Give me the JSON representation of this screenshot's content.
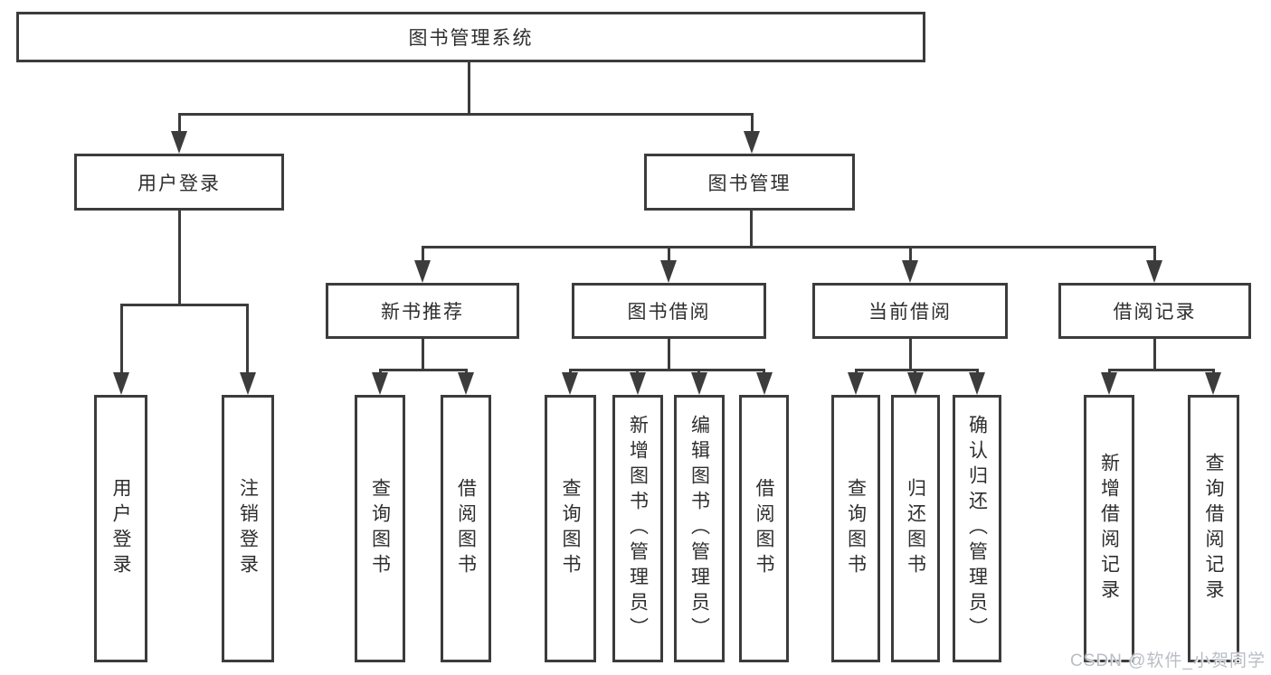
{
  "diagram": {
    "root": {
      "label": "图书管理系统"
    },
    "level2": [
      {
        "label": "用户登录"
      },
      {
        "label": "图书管理"
      }
    ],
    "level3": [
      {
        "label": "新书推荐",
        "parent": "图书管理"
      },
      {
        "label": "图书借阅",
        "parent": "图书管理"
      },
      {
        "label": "当前借阅",
        "parent": "图书管理"
      },
      {
        "label": "借阅记录",
        "parent": "图书管理"
      }
    ],
    "leaves": [
      {
        "label": "用户登录",
        "parent": "用户登录"
      },
      {
        "label": "注销登录",
        "parent": "用户登录"
      },
      {
        "label": "查询图书",
        "parent": "新书推荐"
      },
      {
        "label": "借阅图书",
        "parent": "新书推荐"
      },
      {
        "label": "查询图书",
        "parent": "图书借阅"
      },
      {
        "label": "新增图书（管理员）",
        "parent": "图书借阅"
      },
      {
        "label": "编辑图书（管理员）",
        "parent": "图书借阅"
      },
      {
        "label": "借阅图书",
        "parent": "图书借阅"
      },
      {
        "label": "查询图书",
        "parent": "当前借阅"
      },
      {
        "label": "归还图书",
        "parent": "当前借阅"
      },
      {
        "label": "确认归还（管理员）",
        "parent": "当前借阅"
      },
      {
        "label": "新增借阅记录",
        "parent": "借阅记录"
      },
      {
        "label": "查询借阅记录",
        "parent": "借阅记录"
      }
    ],
    "colors": {
      "line": "#3c3c3c",
      "text": "#2e2e2e",
      "background": "#ffffff",
      "watermark": "#b9bec5"
    }
  },
  "watermark": {
    "text": "CSDN @软件_小贺同学"
  }
}
